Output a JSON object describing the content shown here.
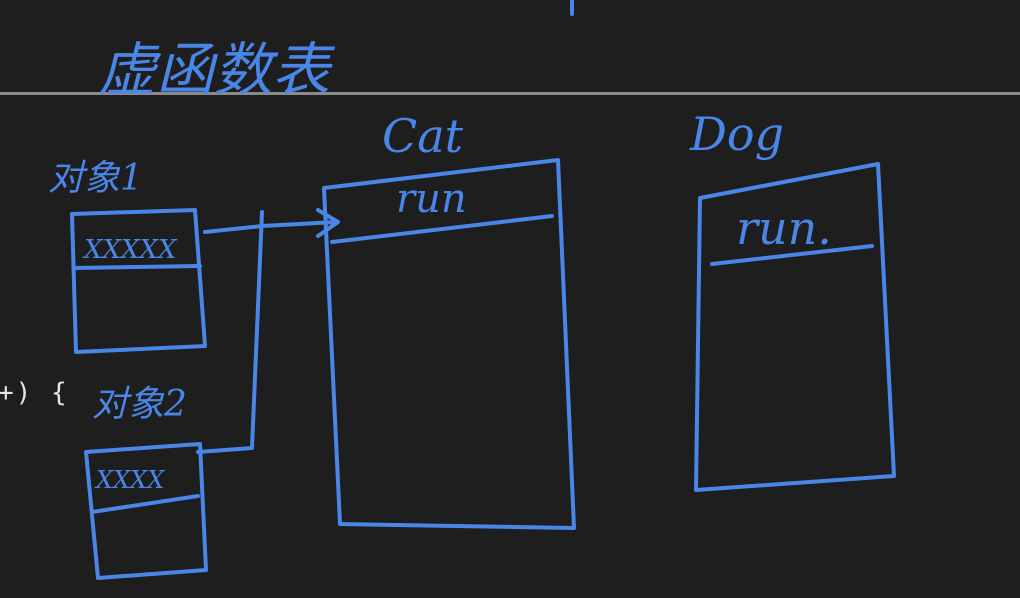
{
  "code": {
    "fragment": "+) {"
  },
  "diagram": {
    "title": "虚函数表",
    "object1": {
      "label": "对象1",
      "slot": "XXXXX"
    },
    "object2": {
      "label": "对象2",
      "slot": "XXXX"
    },
    "cat_table": {
      "label": "Cat",
      "entry": "run"
    },
    "dog_table": {
      "label": "Dog",
      "entry": "run."
    }
  },
  "colors": {
    "background": "#1e1e1e",
    "ink": "#4a86e8",
    "editor_rule": "#8a8a8a",
    "code_text": "#e6e6e6"
  }
}
